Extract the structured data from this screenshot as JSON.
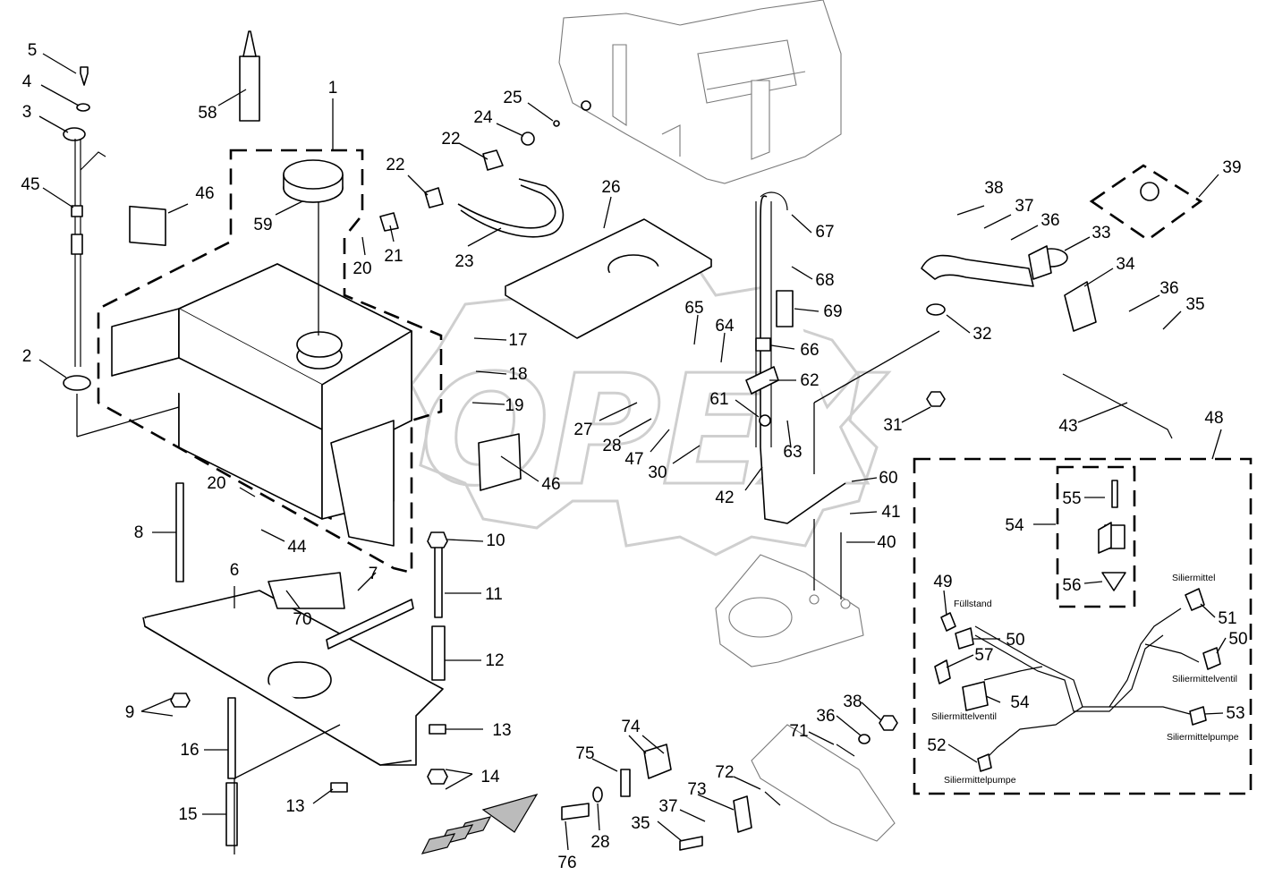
{
  "watermark": "OPEX",
  "callouts": [
    {
      "n": "1"
    },
    {
      "n": "2"
    },
    {
      "n": "3"
    },
    {
      "n": "4"
    },
    {
      "n": "5"
    },
    {
      "n": "6"
    },
    {
      "n": "7"
    },
    {
      "n": "8"
    },
    {
      "n": "9"
    },
    {
      "n": "10"
    },
    {
      "n": "11"
    },
    {
      "n": "12"
    },
    {
      "n": "13"
    },
    {
      "n": "13"
    },
    {
      "n": "14"
    },
    {
      "n": "15"
    },
    {
      "n": "16"
    },
    {
      "n": "17"
    },
    {
      "n": "18"
    },
    {
      "n": "19"
    },
    {
      "n": "20"
    },
    {
      "n": "20"
    },
    {
      "n": "21"
    },
    {
      "n": "22"
    },
    {
      "n": "22"
    },
    {
      "n": "23"
    },
    {
      "n": "24"
    },
    {
      "n": "25"
    },
    {
      "n": "26"
    },
    {
      "n": "27"
    },
    {
      "n": "28"
    },
    {
      "n": "28"
    },
    {
      "n": "30"
    },
    {
      "n": "31"
    },
    {
      "n": "32"
    },
    {
      "n": "33"
    },
    {
      "n": "34"
    },
    {
      "n": "35"
    },
    {
      "n": "35"
    },
    {
      "n": "36"
    },
    {
      "n": "36"
    },
    {
      "n": "36"
    },
    {
      "n": "37"
    },
    {
      "n": "37"
    },
    {
      "n": "38"
    },
    {
      "n": "38"
    },
    {
      "n": "39"
    },
    {
      "n": "40"
    },
    {
      "n": "41"
    },
    {
      "n": "42"
    },
    {
      "n": "43"
    },
    {
      "n": "44"
    },
    {
      "n": "45"
    },
    {
      "n": "46"
    },
    {
      "n": "46"
    },
    {
      "n": "47"
    },
    {
      "n": "48"
    },
    {
      "n": "49"
    },
    {
      "n": "50"
    },
    {
      "n": "50"
    },
    {
      "n": "51"
    },
    {
      "n": "52"
    },
    {
      "n": "53"
    },
    {
      "n": "54"
    },
    {
      "n": "54"
    },
    {
      "n": "55"
    },
    {
      "n": "56"
    },
    {
      "n": "57"
    },
    {
      "n": "58"
    },
    {
      "n": "59"
    },
    {
      "n": "60"
    },
    {
      "n": "61"
    },
    {
      "n": "62"
    },
    {
      "n": "63"
    },
    {
      "n": "64"
    },
    {
      "n": "65"
    },
    {
      "n": "66"
    },
    {
      "n": "67"
    },
    {
      "n": "68"
    },
    {
      "n": "69"
    },
    {
      "n": "70"
    },
    {
      "n": "71"
    },
    {
      "n": "72"
    },
    {
      "n": "73"
    },
    {
      "n": "74"
    },
    {
      "n": "75"
    },
    {
      "n": "76"
    }
  ],
  "harness_labels": {
    "fuellstand": "Füllstand",
    "siliermittel": "Siliermittel",
    "siliermittelventil_right": "Siliermittelventil",
    "siliermittelventil_left": "Siliermittelventil",
    "siliermittelpumpe_right": "Siliermittelpumpe",
    "siliermittelpumpe_left": "Siliermittelpumpe"
  }
}
